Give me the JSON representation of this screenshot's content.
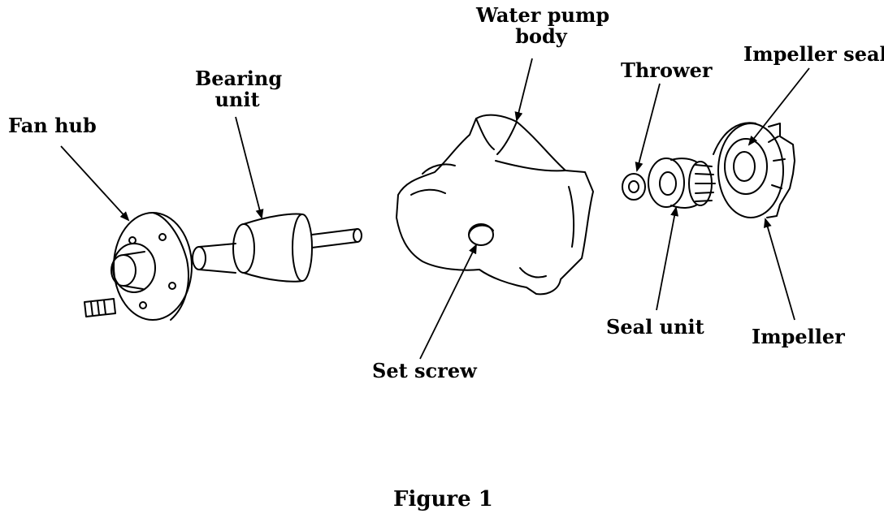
{
  "labels": {
    "water_pump_body": [
      "Water pump",
      "body"
    ],
    "bearing_unit": [
      "Bearing",
      "unit"
    ],
    "fan_hub": "Fan hub",
    "thrower": "Thrower",
    "impeller_seal": "Impeller seal",
    "set_screw": "Set screw",
    "seal_unit": "Seal unit",
    "impeller": "Impeller"
  },
  "caption": "Figure 1"
}
